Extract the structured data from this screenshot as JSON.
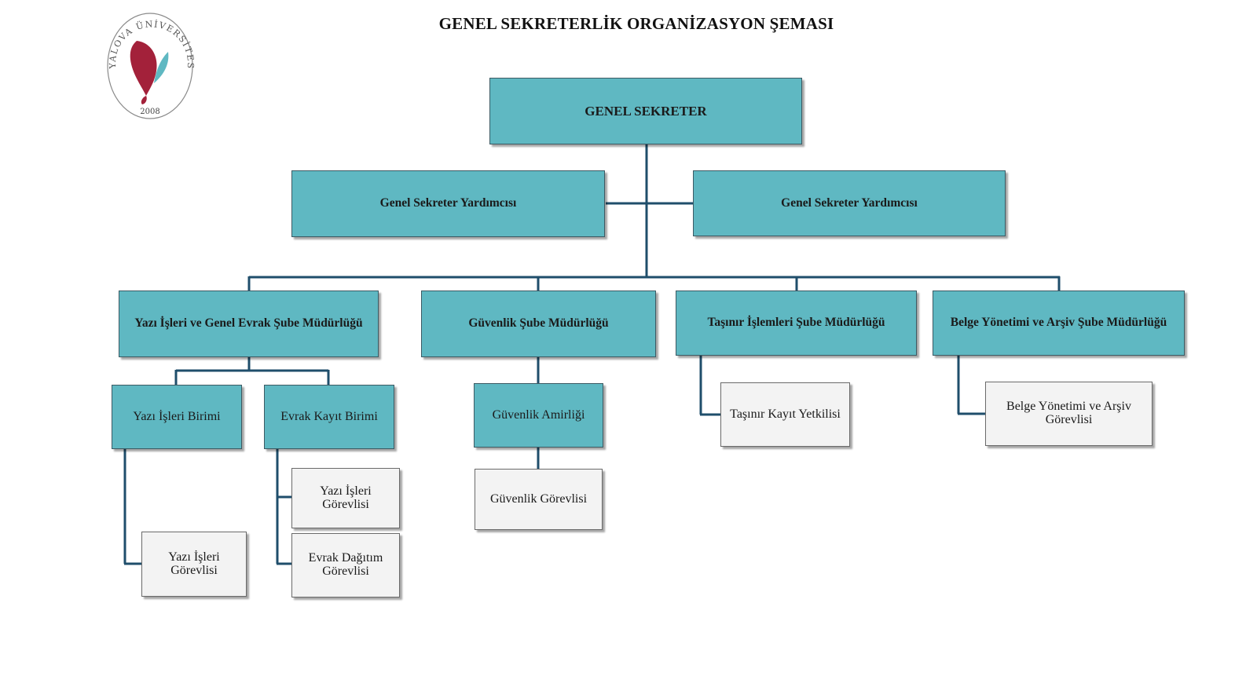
{
  "title": "GENEL SEKRETERLİK ORGANİZASYON ŞEMASI",
  "logo": {
    "arc_text": "YALOVA ÜNİVERSİTESİ",
    "year": "2008",
    "colors": {
      "red": "#a3213a",
      "teal": "#5fb8c2"
    }
  },
  "colors": {
    "box_fill": "#5fb8c2",
    "leaf_fill": "#f3f3f3",
    "connector": "#1f4e6b"
  },
  "chart": {
    "head": "GENEL SEKRETER",
    "deputies": [
      "Genel Sekreter Yardımcısı",
      "Genel Sekreter Yardımcısı"
    ],
    "departments": [
      {
        "name": "Yazı İşleri ve Genel Evrak Şube Müdürlüğü",
        "units": [
          {
            "name": "Yazı İşleri Birimi",
            "staff": [
              "Yazı İşleri Görevlisi"
            ]
          },
          {
            "name": "Evrak Kayıt Birimi",
            "staff": [
              "Yazı İşleri Görevlisi",
              "Evrak Dağıtım Görevlisi"
            ]
          }
        ]
      },
      {
        "name": "Güvenlik Şube Müdürlüğü",
        "units": [
          {
            "name": "Güvenlik Amirliği",
            "staff": [
              "Güvenlik Görevlisi"
            ]
          }
        ]
      },
      {
        "name": "Taşınır İşlemleri Şube Müdürlüğü",
        "staff": [
          "Taşınır Kayıt Yetkilisi"
        ]
      },
      {
        "name": "Belge Yönetimi ve Arşiv Şube Müdürlüğü",
        "staff": [
          "Belge Yönetimi ve Arşiv Görevlisi"
        ]
      }
    ]
  }
}
